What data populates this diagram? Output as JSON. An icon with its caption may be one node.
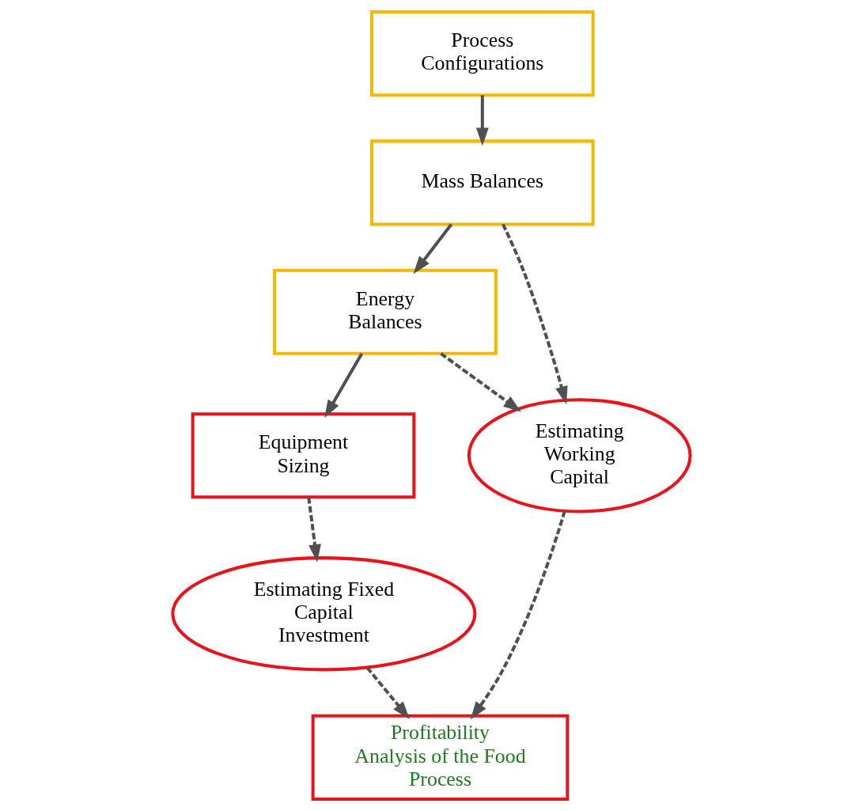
{
  "diagram": {
    "nodes": [
      {
        "text": [
          "Process Configurations"
        ]
      },
      {
        "text": [
          "Mass Balances"
        ]
      },
      {
        "text": [
          "Energy Balances"
        ]
      },
      {
        "text": [
          "Equipment Sizing"
        ]
      },
      {
        "text": [
          "Estimating Working Capital"
        ]
      },
      {
        "text": [
          "Estimating Fixed Capital Investment"
        ]
      },
      {
        "text": [
          "Profitability Analysis of the Food Process"
        ]
      }
    ],
    "edges": [
      {
        "from": 0,
        "to": 1,
        "arrow": "to"
      },
      {
        "from": 1,
        "to": 2,
        "arrow": "to"
      },
      {
        "from": 2,
        "to": 3,
        "arrow": "to"
      },
      {
        "from": 1,
        "to": 4,
        "arrow": "to",
        "style": "dashed"
      },
      {
        "from": 2,
        "to": 4,
        "arrow": "to",
        "style": "dashed"
      },
      {
        "from": 3,
        "to": 5,
        "arrow": "to",
        "style": "dashed"
      },
      {
        "from": 4,
        "to": 6,
        "arrow": "to",
        "style": "dashed"
      },
      {
        "from": 5,
        "to": 6,
        "arrow": "to",
        "style": "dashed"
      }
    ]
  }
}
